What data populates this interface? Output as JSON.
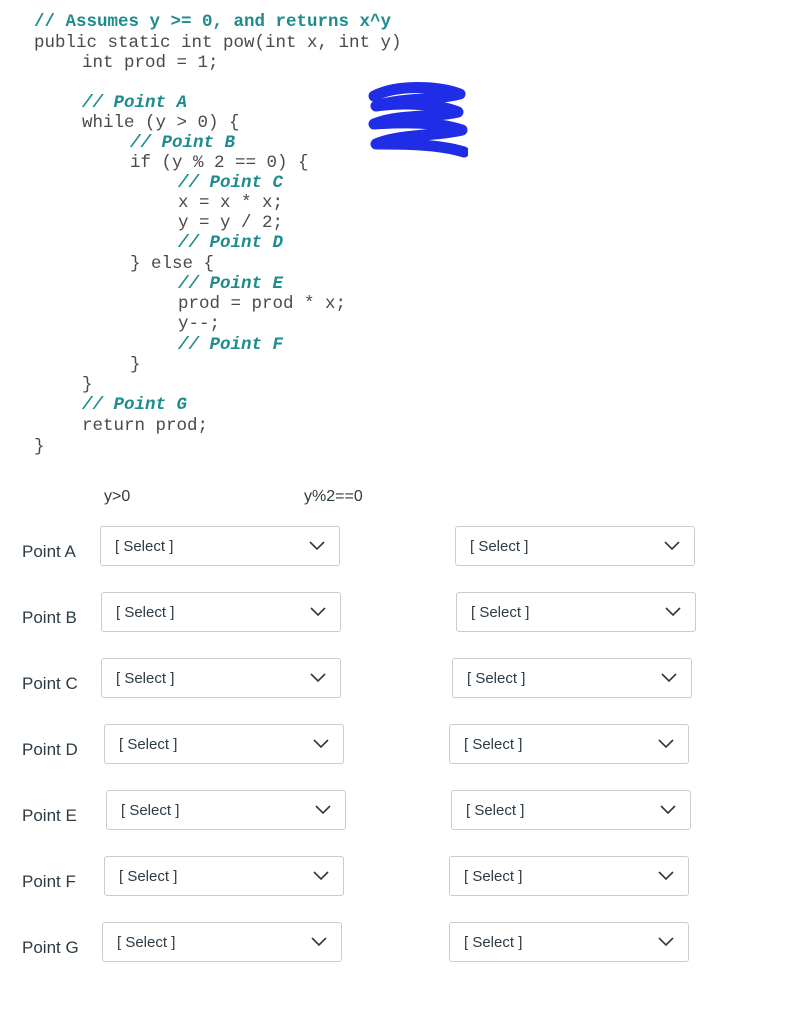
{
  "code": {
    "comment_header": "// Assumes y >= 0, and returns x^y",
    "signature": "public static int pow(int x, int y)",
    "line_prod": "int prod = 1;",
    "point_a": "// Point A",
    "while_line": "while (y > 0) {",
    "point_b": "// Point B",
    "if_line": "if (y % 2 == 0) {",
    "point_c": "// Point C",
    "x_assign": "x = x * x;",
    "y_assign": "y = y / 2;",
    "point_d": "// Point D",
    "else_line": "} else {",
    "point_e": "// Point E",
    "prod_assign": "prod = prod * x;",
    "y_dec": "y--;",
    "point_f": "// Point F",
    "close_inner": "}",
    "close_while": "}",
    "point_g": "// Point G",
    "return_line": "return prod;",
    "close_method": "}"
  },
  "columns": {
    "col1": "y>0",
    "col2": "y%2==0"
  },
  "rows": [
    {
      "label": "Point A",
      "sel1": "[ Select ]",
      "sel2": "[ Select ]"
    },
    {
      "label": "Point B",
      "sel1": "[ Select ]",
      "sel2": "[ Select ]"
    },
    {
      "label": "Point C",
      "sel1": "[ Select ]",
      "sel2": "[ Select ]"
    },
    {
      "label": "Point  D",
      "sel1": "[ Select ]",
      "sel2": "[ Select ]"
    },
    {
      "label": "Point  E",
      "sel1": "[ Select ]",
      "sel2": "[ Select ]"
    },
    {
      "label": "Point F",
      "sel1": "[ Select ]",
      "sel2": "[ Select ]"
    },
    {
      "label": "Point G",
      "sel1": "[ Select ]",
      "sel2": "[ Select ]"
    }
  ]
}
